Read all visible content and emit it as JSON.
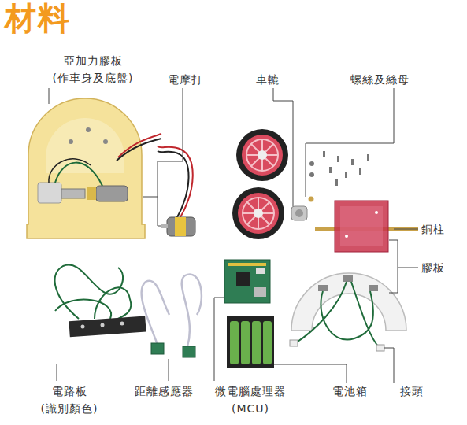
{
  "diagram": {
    "title": "材料",
    "labels": [
      "亞加力膠板 (作車身及底盤)",
      "電摩打",
      "車轆",
      "螺絲及絲母",
      "銅柱",
      "膠板",
      "電路板 (識別顏色)",
      "距離感應器",
      "微電腦處理器 (MCU)",
      "電池箱",
      "接頭"
    ]
  }
}
